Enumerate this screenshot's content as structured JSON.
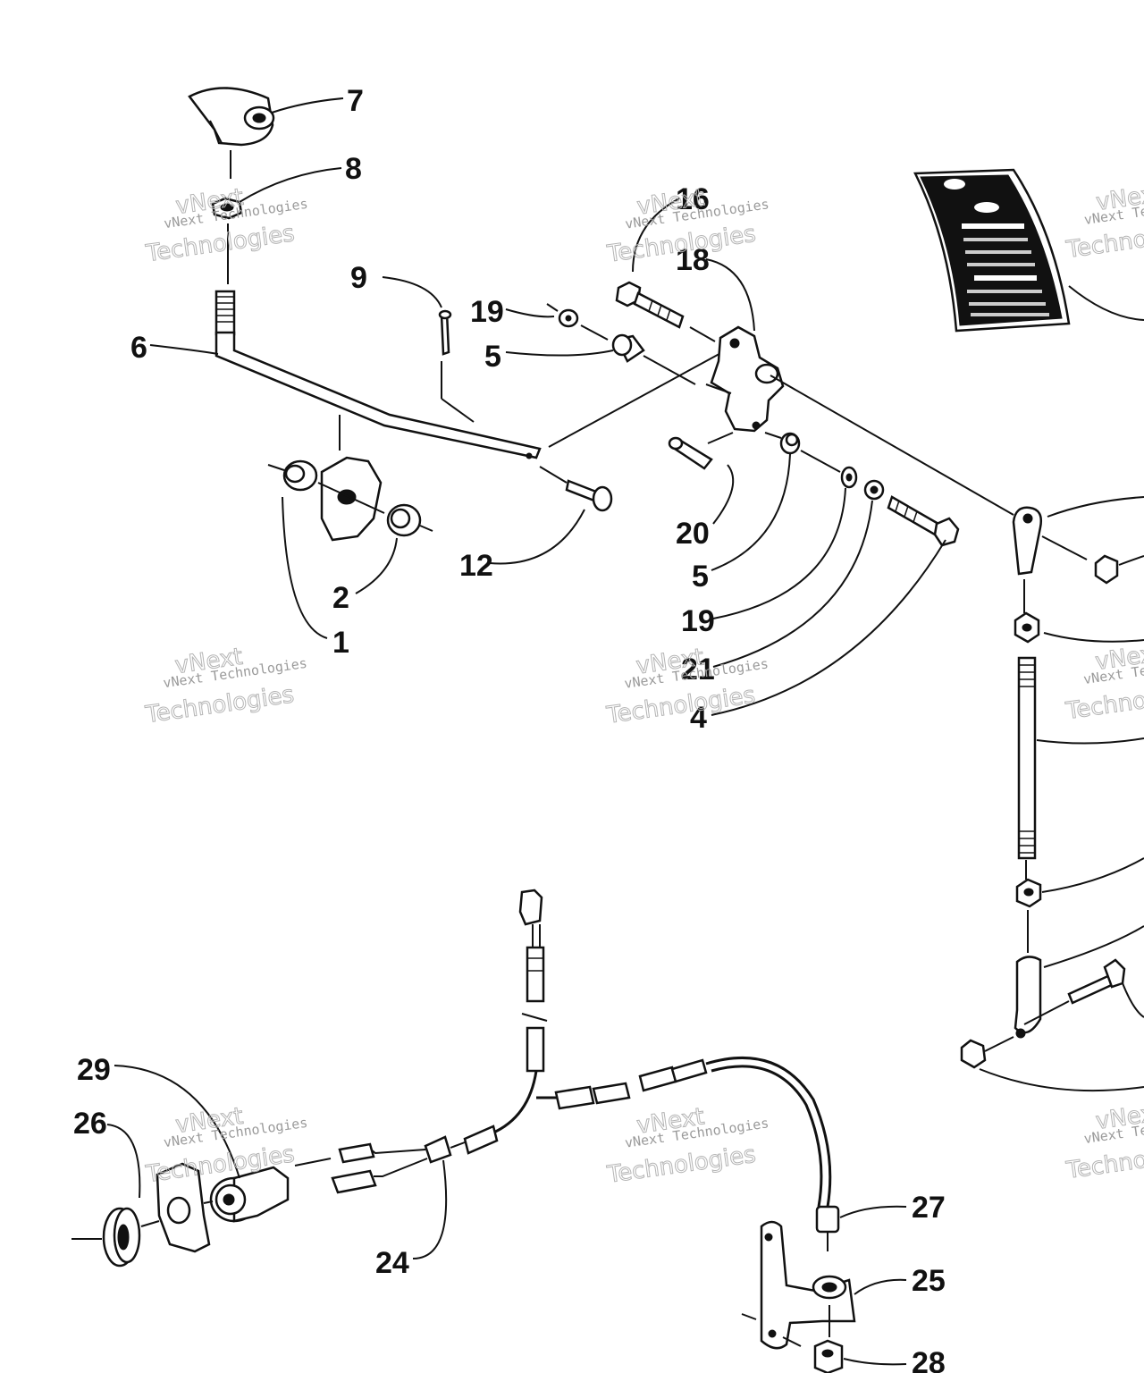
{
  "watermark": {
    "line1": "vNext",
    "line2": "vNext Technologies",
    "line3": "Technologies"
  },
  "callouts": {
    "c7": "7",
    "c8": "8",
    "c9": "9",
    "c6": "6",
    "c16": "16",
    "c18": "18",
    "c19a": "19",
    "c5a": "5",
    "c12": "12",
    "c2": "2",
    "c1": "1",
    "c20": "20",
    "c5b": "5",
    "c19b": "19",
    "c21": "21",
    "c4": "4",
    "c29": "29",
    "c26": "26",
    "c24": "24",
    "c27": "27",
    "c25": "25",
    "c28": "28"
  }
}
